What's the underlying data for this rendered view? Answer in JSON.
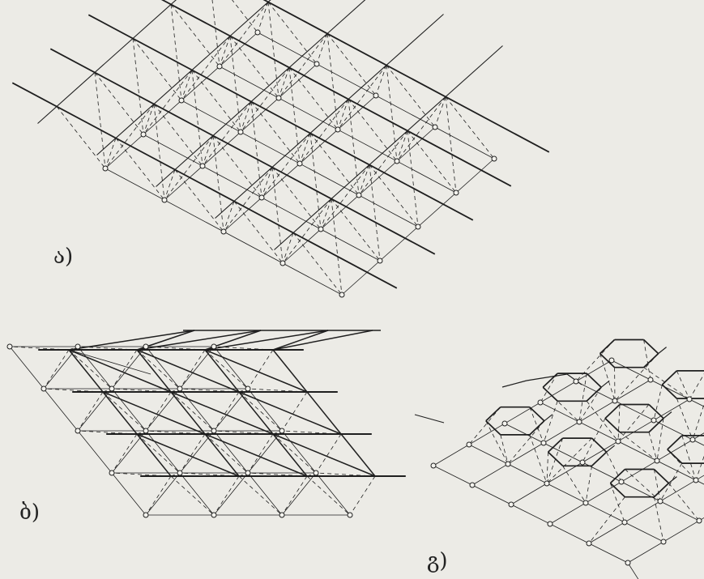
{
  "labels": {
    "fig_a": "ა)",
    "fig_b": "ბ)",
    "fig_c": "გ)"
  },
  "colors": {
    "paper": "#ecebe6",
    "ink": "#1f1f1f",
    "bleed_text": "#e2e1db"
  },
  "figures": [
    {
      "id": "a",
      "kind": "square-grid space truss (isometric)",
      "top_chords": "solid",
      "web_members": "dashed",
      "bottom_nodes": "circles"
    },
    {
      "id": "b",
      "kind": "triangular-grid space truss",
      "top_chords": "solid",
      "web_members": "dashed",
      "bottom_nodes": "circles"
    },
    {
      "id": "c",
      "kind": "hexagonal-grid space truss (perspective)",
      "top_chords": "solid",
      "web_members": "dashed",
      "bottom_nodes": "circles"
    }
  ]
}
